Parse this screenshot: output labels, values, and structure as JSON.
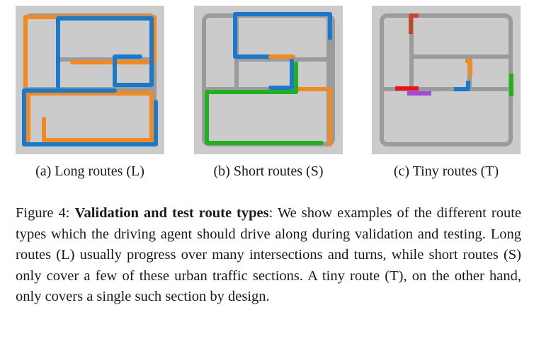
{
  "panels": [
    {
      "id": "a",
      "caption": "(a) Long routes (L)",
      "colors": [
        "#f28a24",
        "#1e78c8"
      ]
    },
    {
      "id": "b",
      "caption": "(b) Short routes (S)",
      "colors": [
        "#1e78c8",
        "#f28a24",
        "#22b022"
      ]
    },
    {
      "id": "c",
      "caption": "(c) Tiny routes (T)",
      "colors": [
        "#c04a2a",
        "#f28a24",
        "#1e78c8",
        "#e8141e",
        "#a24ad8",
        "#22b022"
      ]
    }
  ],
  "figure": {
    "label": "Figure 4: ",
    "title": "Validation and test route types",
    "text": ": We show examples of the different route types which the driving agent should drive along during validation and testing. Long routes (L) usually progress over many intersections and turns, while short routes (S) only cover a few of these urban traffic sections. A tiny route (T), on the other hand, only covers a single such section by design."
  },
  "style": {
    "map_background": "#cbcbcb",
    "road_color": "#9b9b9b"
  }
}
